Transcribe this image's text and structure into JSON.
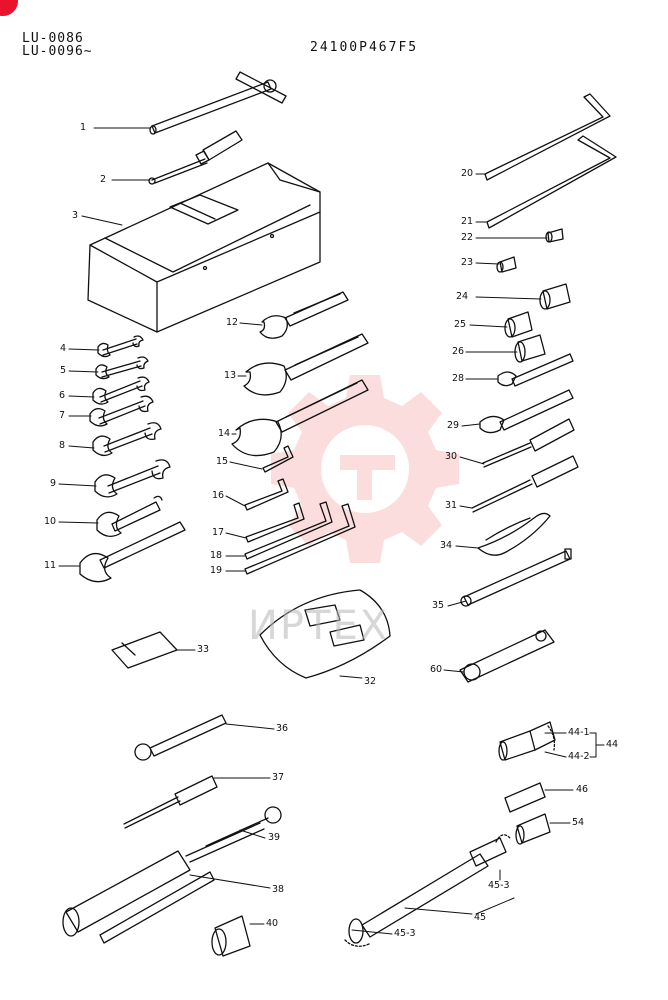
{
  "header": {
    "model_line1": "LU-0086",
    "model_line2": "LU-0096∼",
    "part_code": "24100P467F5"
  },
  "watermark": {
    "text": "ИРТЕХ",
    "color": "#f06a6a"
  },
  "labels": {
    "l1": "1",
    "l2": "2",
    "l3": "3",
    "l4": "4",
    "l5": "5",
    "l6": "6",
    "l7": "7",
    "l8": "8",
    "l9": "9",
    "l10": "10",
    "l11": "11",
    "l12": "12",
    "l13": "13",
    "l14": "14",
    "l15": "15",
    "l16": "16",
    "l17": "17",
    "l18": "18",
    "l19": "19",
    "l20": "20",
    "l21": "21",
    "l22": "22",
    "l23": "23",
    "l24": "24",
    "l25": "25",
    "l26": "26",
    "l28": "28",
    "l29": "29",
    "l30": "30",
    "l31": "31",
    "l32": "32",
    "l33": "33",
    "l34": "34",
    "l35": "35",
    "l36": "36",
    "l37": "37",
    "l38": "38",
    "l39": "39",
    "l40": "40",
    "l44": "44",
    "l44_1": "44-1",
    "l44_2": "44-2",
    "l45": "45",
    "l45_3a": "45-3",
    "l45_3b": "45-3",
    "l46": "46",
    "l54": "54",
    "l60": "60"
  }
}
